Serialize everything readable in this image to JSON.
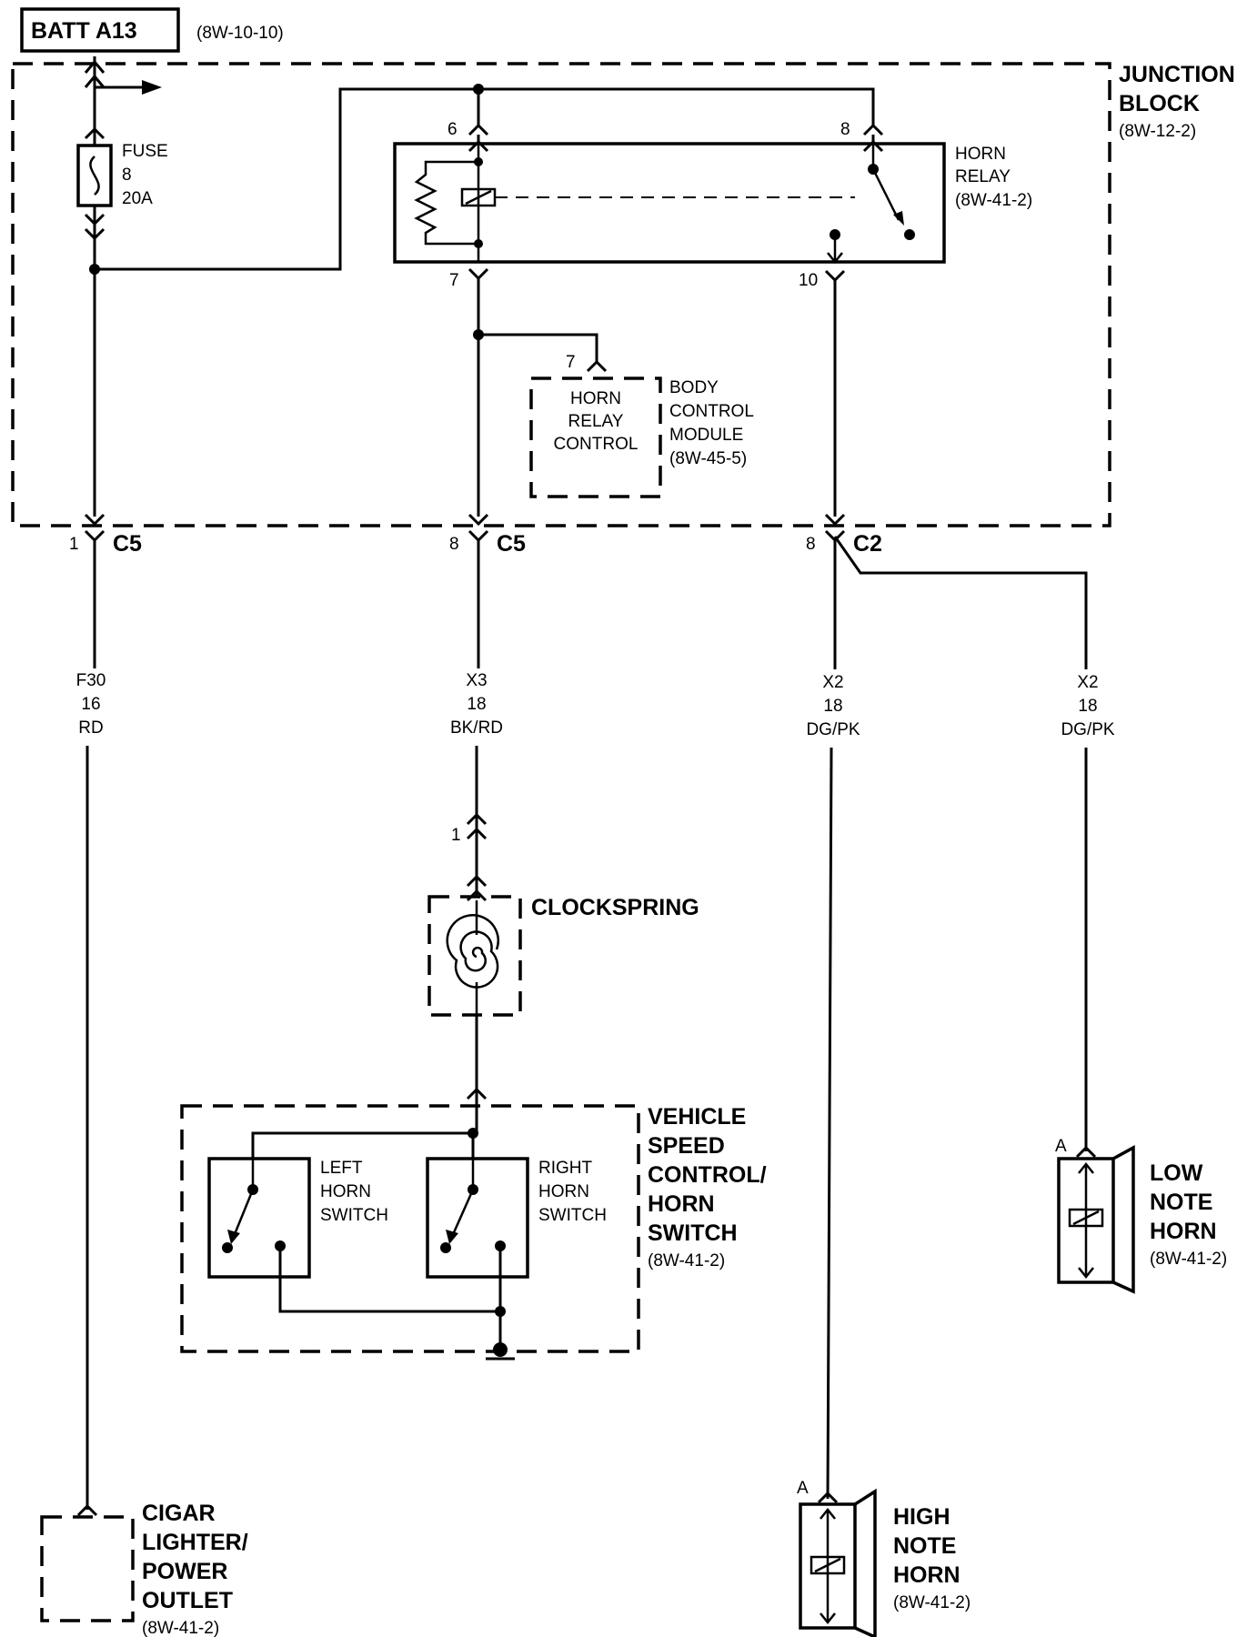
{
  "battery": {
    "label": "BATT A13",
    "ref": "(8W-10-10)"
  },
  "junction_block": {
    "line1": "JUNCTION",
    "line2": "BLOCK",
    "ref": "(8W-12-2)"
  },
  "fuse": {
    "line1": "FUSE",
    "line2": "8",
    "line3": "20A"
  },
  "horn_relay": {
    "line1": "HORN",
    "line2": "RELAY",
    "ref": "(8W-41-2)",
    "pins": {
      "p6": "6",
      "p8": "8",
      "p7": "7",
      "p10": "10"
    }
  },
  "bcm": {
    "pin": "7",
    "inner1": "HORN",
    "inner2": "RELAY",
    "inner3": "CONTROL",
    "line1": "BODY",
    "line2": "CONTROL",
    "line3": "MODULE",
    "ref": "(8W-45-5)"
  },
  "connectors": {
    "c5a": {
      "pin": "1",
      "name": "C5"
    },
    "c5b": {
      "pin": "8",
      "name": "C5"
    },
    "c2": {
      "pin": "8",
      "name": "C2"
    }
  },
  "wires": {
    "f30": {
      "circuit": "F30",
      "gauge": "16",
      "color": "RD"
    },
    "x3": {
      "circuit": "X3",
      "gauge": "18",
      "color": "BK/RD"
    },
    "x2a": {
      "circuit": "X2",
      "gauge": "18",
      "color": "DG/PK"
    },
    "x2b": {
      "circuit": "X2",
      "gauge": "18",
      "color": "DG/PK"
    }
  },
  "clockspring": {
    "pin": "1",
    "label": "CLOCKSPRING"
  },
  "horn_switch": {
    "line1": "VEHICLE",
    "line2": "SPEED",
    "line3": "CONTROL/",
    "line4": "HORN",
    "line5": "SWITCH",
    "ref": "(8W-41-2)",
    "left1": "LEFT",
    "left2": "HORN",
    "left3": "SWITCH",
    "right1": "RIGHT",
    "right2": "HORN",
    "right3": "SWITCH"
  },
  "low_horn": {
    "pin": "A",
    "line1": "LOW",
    "line2": "NOTE",
    "line3": "HORN",
    "ref": "(8W-41-2)"
  },
  "high_horn": {
    "pin": "A",
    "line1": "HIGH",
    "line2": "NOTE",
    "line3": "HORN",
    "ref": "(8W-41-2)"
  },
  "cigar": {
    "line1": "CIGAR",
    "line2": "LIGHTER/",
    "line3": "POWER",
    "line4": "OUTLET",
    "ref": "(8W-41-2)"
  }
}
